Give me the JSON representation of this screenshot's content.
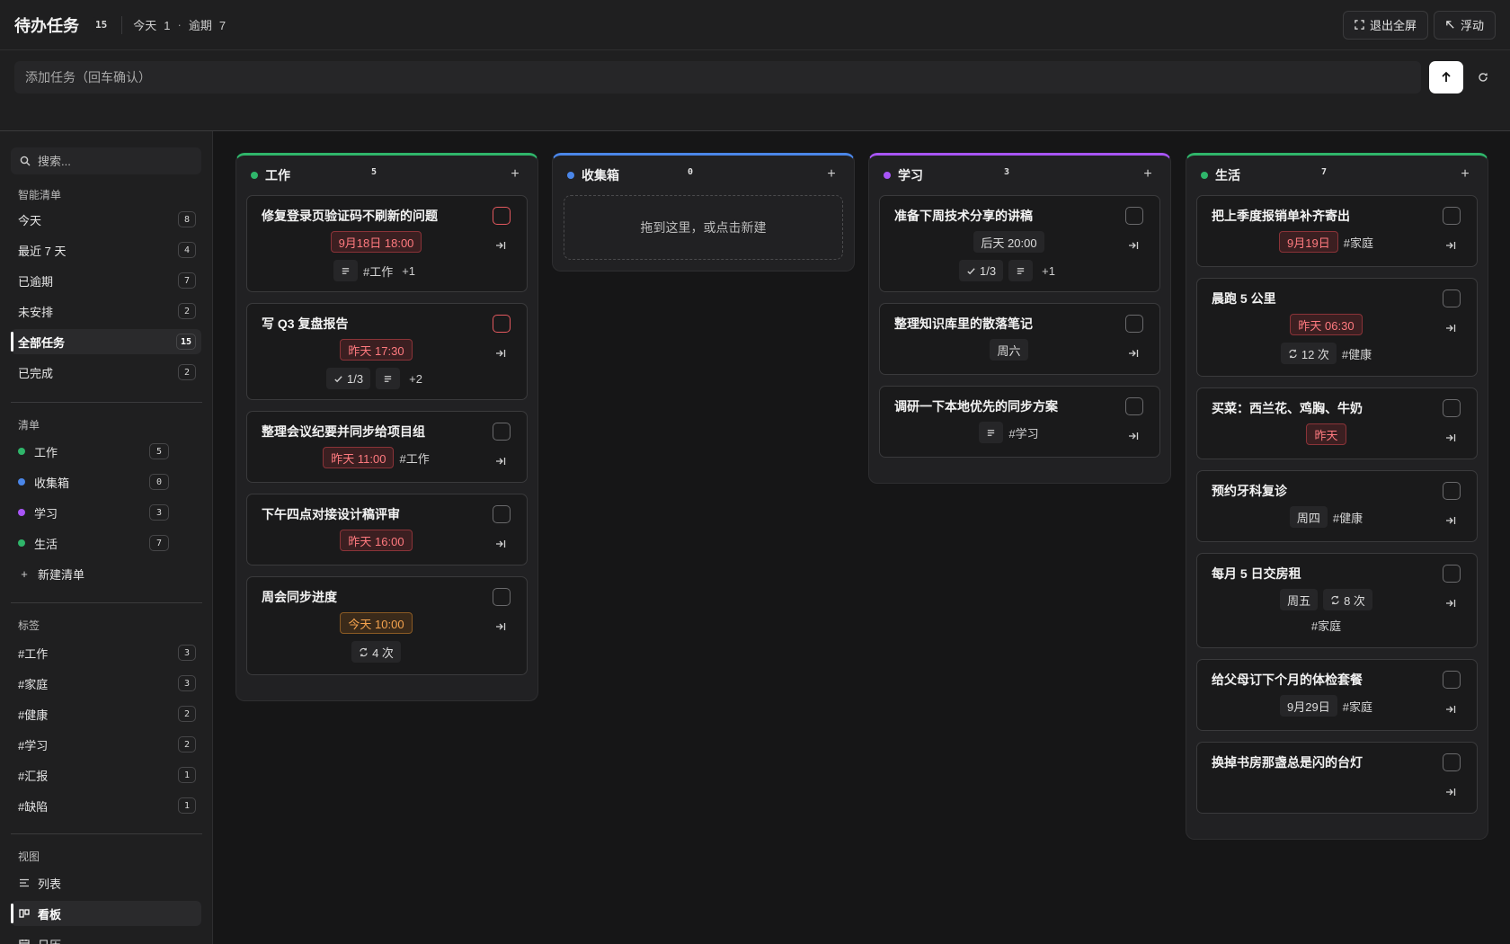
{
  "header": {
    "title": "待办任务",
    "total_count": "15",
    "today_label": "今天",
    "today_count": "1",
    "overdue_label": "逾期",
    "overdue_count": "7",
    "exit_fullscreen_label": "退出全屏",
    "float_label": "浮动"
  },
  "addbar": {
    "placeholder": "添加任务（回车确认）"
  },
  "sidebar": {
    "search_placeholder": "搜索...",
    "smart_lists_label": "智能清单",
    "smart_lists": [
      {
        "label": "今天",
        "count": "8"
      },
      {
        "label": "最近 7 天",
        "count": "4"
      },
      {
        "label": "已逾期",
        "count": "7"
      },
      {
        "label": "未安排",
        "count": "2"
      },
      {
        "label": "全部任务",
        "count": "15"
      },
      {
        "label": "已完成",
        "count": "2"
      }
    ],
    "lists_label": "清单",
    "lists": [
      {
        "label": "工作",
        "count": "5",
        "color": "#2fb56a"
      },
      {
        "label": "收集箱",
        "count": "0",
        "color": "#4a86e8"
      },
      {
        "label": "学习",
        "count": "3",
        "color": "#a855f7"
      },
      {
        "label": "生活",
        "count": "7",
        "color": "#2fb56a"
      }
    ],
    "new_list_label": "新建清单",
    "tags_label": "标签",
    "tags": [
      {
        "label": "#工作",
        "count": "3"
      },
      {
        "label": "#家庭",
        "count": "3"
      },
      {
        "label": "#健康",
        "count": "2"
      },
      {
        "label": "#学习",
        "count": "2"
      },
      {
        "label": "#汇报",
        "count": "1"
      },
      {
        "label": "#缺陷",
        "count": "1"
      }
    ],
    "views_label": "视图",
    "views": [
      {
        "label": "列表"
      },
      {
        "label": "看板"
      },
      {
        "label": "日历"
      }
    ]
  },
  "board": {
    "columns": [
      {
        "name": "工作",
        "count": "5",
        "color": "#2fb56a",
        "cards": [
          {
            "title": "修复登录页验证码不刷新的问题",
            "due": "9月18日 18:00",
            "tag": "#工作",
            "more": "+1"
          },
          {
            "title": "写 Q3 复盘报告",
            "due": "昨天 17:30",
            "subtasks": "1/3",
            "more": "+2"
          },
          {
            "title": "整理会议纪要并同步给项目组",
            "due": "昨天 11:00",
            "tag": "#工作"
          },
          {
            "title": "下午四点对接设计稿评审",
            "due": "昨天 16:00"
          },
          {
            "title": "周会同步进度",
            "due": "今天 10:00",
            "repeat": "4 次"
          }
        ]
      },
      {
        "name": "收集箱",
        "count": "0",
        "color": "#4a86e8",
        "empty_text": "拖到这里，或点击新建"
      },
      {
        "name": "学习",
        "count": "3",
        "color": "#a855f7",
        "cards": [
          {
            "title": "准备下周技术分享的讲稿",
            "due": "后天 20:00",
            "subtasks": "1/3",
            "more": "+1"
          },
          {
            "title": "整理知识库里的散落笔记",
            "due": "周六"
          },
          {
            "title": "调研一下本地优先的同步方案",
            "tag": "#学习"
          }
        ]
      },
      {
        "name": "生活",
        "count": "7",
        "color": "#2fb56a",
        "cards": [
          {
            "title": "把上季度报销单补齐寄出",
            "due": "9月19日",
            "tag": "#家庭"
          },
          {
            "title": "晨跑 5 公里",
            "due": "昨天 06:30",
            "repeat": "12 次",
            "tag": "#健康"
          },
          {
            "title": "买菜：西兰花、鸡胸、牛奶",
            "due": "昨天"
          },
          {
            "title": "预约牙科复诊",
            "due": "周四",
            "tag": "#健康"
          },
          {
            "title": "每月 5 日交房租",
            "due": "周五",
            "repeat": "8 次",
            "tag": "#家庭"
          },
          {
            "title": "给父母订下个月的体检套餐",
            "due": "9月29日",
            "tag": "#家庭"
          },
          {
            "title": "换掉书房那盏总是闪的台灯"
          }
        ]
      }
    ]
  },
  "colors": {
    "overdue": "#ff7a7f",
    "today": "#f5a34e",
    "green": "#2fb56a",
    "blue": "#4a86e8",
    "purple": "#a855f7"
  }
}
